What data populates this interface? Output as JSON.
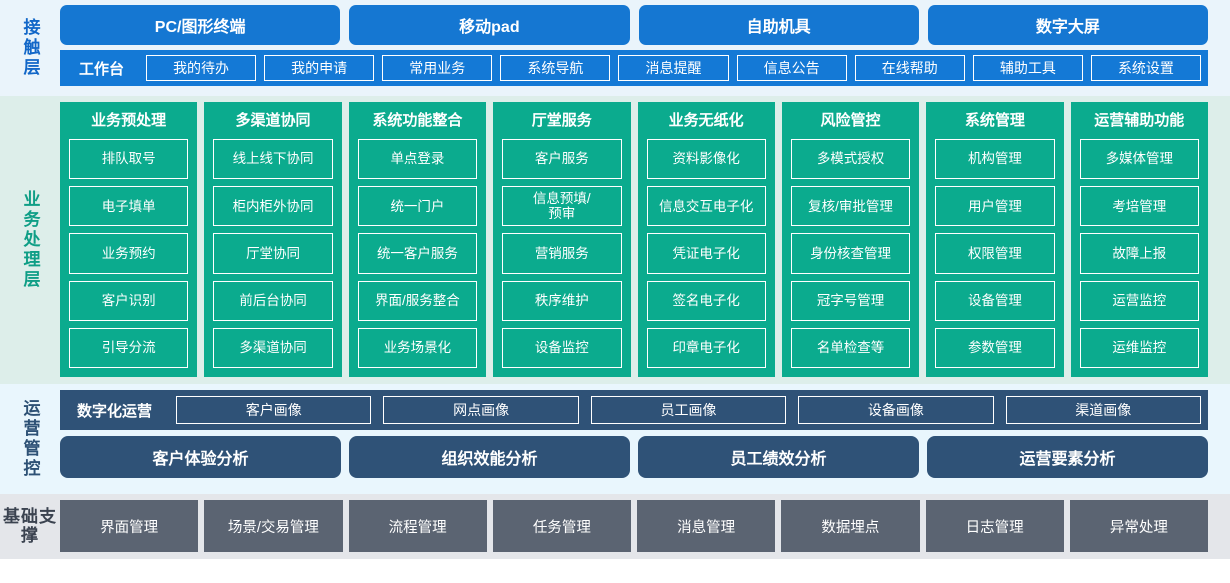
{
  "layers": [
    {
      "id": "touch-layer",
      "label": "接触层",
      "channels": [
        "PC/图形终端",
        "移动pad",
        "自助机具",
        "数字大屏"
      ],
      "workbench": {
        "title": "工作台",
        "items": [
          "我的待办",
          "我的申请",
          "常用业务",
          "系统导航",
          "消息提醒",
          "信息公告",
          "在线帮助",
          "辅助工具",
          "系统设置"
        ]
      },
      "colors": {
        "background": "#eaf4fb",
        "box": "#1577d2",
        "strip": "#1479d6",
        "label": "#1267c8"
      }
    },
    {
      "id": "business-layer",
      "label": "业务处理层",
      "colors": {
        "background": "#ddeeea",
        "column": "#0bab8e",
        "label": "#0f9e86"
      },
      "columns": [
        {
          "title": "业务预处理",
          "items": [
            "排队取号",
            "电子填单",
            "业务预约",
            "客户识别",
            "引导分流"
          ]
        },
        {
          "title": "多渠道协同",
          "items": [
            "线上线下协同",
            "柜内柜外协同",
            "厅堂协同",
            "前后台协同",
            "多渠道协同"
          ]
        },
        {
          "title": "系统功能整合",
          "items": [
            "单点登录",
            "统一门户",
            "统一客户服务",
            "界面/服务整合",
            "业务场景化"
          ]
        },
        {
          "title": "厅堂服务",
          "items": [
            "客户服务",
            "信息预填/\n预审",
            "营销服务",
            "秩序维护",
            "设备监控"
          ]
        },
        {
          "title": "业务无纸化",
          "items": [
            "资料影像化",
            "信息交互电子化",
            "凭证电子化",
            "签名电子化",
            "印章电子化"
          ]
        },
        {
          "title": "风险管控",
          "items": [
            "多模式授权",
            "复核/审批管理",
            "身份核查管理",
            "冠字号管理",
            "名单检查等"
          ]
        },
        {
          "title": "系统管理",
          "items": [
            "机构管理",
            "用户管理",
            "权限管理",
            "设备管理",
            "参数管理"
          ]
        },
        {
          "title": "运营辅助功能",
          "items": [
            "多媒体管理",
            "考培管理",
            "故障上报",
            "运营监控",
            "运维监控"
          ]
        }
      ]
    },
    {
      "id": "ops-layer",
      "label": "运营管控",
      "colors": {
        "background": "#e9f6fd",
        "bar": "#2f5277",
        "label": "#2d5175"
      },
      "portrait": {
        "title": "数字化运营",
        "items": [
          "客户画像",
          "网点画像",
          "员工画像",
          "设备画像",
          "渠道画像"
        ]
      },
      "analysis": [
        "客户体验分析",
        "组织效能分析",
        "员工绩效分析",
        "运营要素分析"
      ]
    },
    {
      "id": "base-layer",
      "label": "基础支撑",
      "colors": {
        "background": "#e4e6ea",
        "box": "#5b6472",
        "label": "#3b4350"
      },
      "items": [
        "界面管理",
        "场景/交易管理",
        "流程管理",
        "任务管理",
        "消息管理",
        "数据埋点",
        "日志管理",
        "异常处理"
      ]
    }
  ]
}
